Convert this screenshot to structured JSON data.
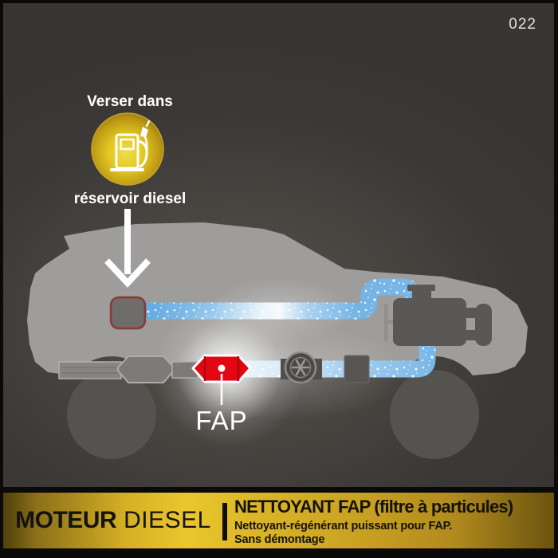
{
  "page_number": "022",
  "instruction": {
    "pour_into": "Verser dans",
    "target": "réservoir diesel"
  },
  "diagram": {
    "fap_label": "FAP",
    "icons": {
      "fuel_pump": "fuel-pump-icon",
      "down_arrow": "down-arrow-icon",
      "turbo_wheel": "turbo-wheel-icon",
      "engine": "engine-block-icon",
      "car": "car-silhouette",
      "fuel_tank": "fuel-tank",
      "fap_filter": "fap-particle-filter",
      "muffler": "muffler",
      "tailpipe": "tailpipe",
      "catalyst_box": "catalyst-box"
    },
    "colors": {
      "fap_red": "#e30613",
      "pipe_blue": "#7db9e8",
      "car_gray": "#9e9d9b",
      "background_dark": "#3a3836",
      "accent_gold": "#e9c72c",
      "tank_outline_red": "#8a3a33"
    }
  },
  "footer": {
    "engine_type_bold": "MOTEUR",
    "engine_type_light": "DIESEL",
    "product_title": "NETTOYANT FAP (filtre à particules)",
    "product_desc_line1": "Nettoyant-régénérant puissant pour FAP.",
    "product_desc_line2": "Sans démontage"
  }
}
